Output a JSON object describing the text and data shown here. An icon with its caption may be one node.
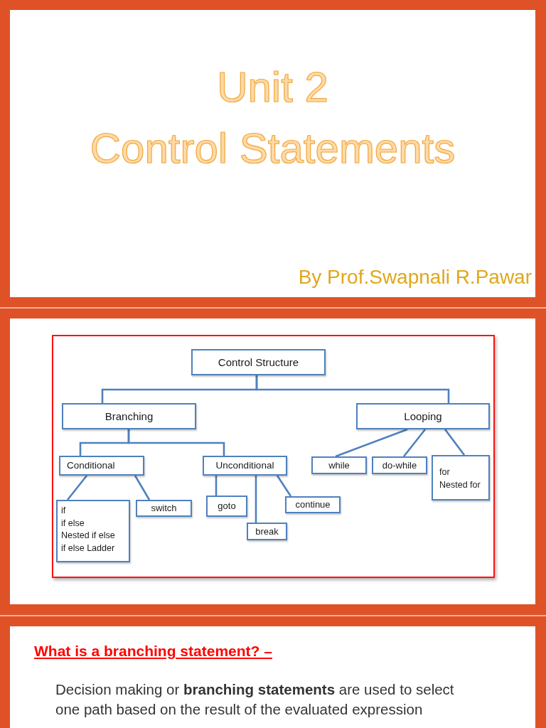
{
  "diagram": {
    "title": "Unit 2 Control Statements",
    "nodes": [
      {
        "text": [
          "Control Structure"
        ]
      },
      {
        "text": [
          "Branching"
        ]
      },
      {
        "text": [
          "Looping"
        ]
      },
      {
        "text": [
          "Conditional"
        ]
      },
      {
        "text": [
          "Unconditional"
        ]
      },
      {
        "text": [
          "if",
          "if else",
          "Nested if else",
          "if else Ladder"
        ]
      },
      {
        "text": [
          "switch"
        ]
      },
      {
        "text": [
          "goto"
        ]
      },
      {
        "text": [
          "break"
        ]
      },
      {
        "text": [
          "continue"
        ]
      },
      {
        "text": [
          "while"
        ]
      },
      {
        "text": [
          "do-while"
        ]
      },
      {
        "text": [
          "for",
          "Nested for"
        ]
      }
    ],
    "edges": [
      {
        "from": 0,
        "to": 1,
        "arrow": "none"
      },
      {
        "from": 0,
        "to": 2,
        "arrow": "none"
      },
      {
        "from": 1,
        "to": 3,
        "arrow": "none"
      },
      {
        "from": 1,
        "to": 4,
        "arrow": "none"
      },
      {
        "from": 3,
        "to": 5,
        "arrow": "none"
      },
      {
        "from": 3,
        "to": 6,
        "arrow": "none"
      },
      {
        "from": 4,
        "to": 7,
        "arrow": "none"
      },
      {
        "from": 4,
        "to": 8,
        "arrow": "none"
      },
      {
        "from": 4,
        "to": 9,
        "arrow": "none"
      },
      {
        "from": 2,
        "to": 10,
        "arrow": "none"
      },
      {
        "from": 2,
        "to": 11,
        "arrow": "none"
      },
      {
        "from": 2,
        "to": 12,
        "arrow": "none"
      }
    ],
    "labels": [
      "By Prof.Swapnali R.Pawar",
      "What is a branching statement? –",
      "Decision making or **branching statements** are used to select one path based on the result of the evaluated expression"
    ]
  }
}
